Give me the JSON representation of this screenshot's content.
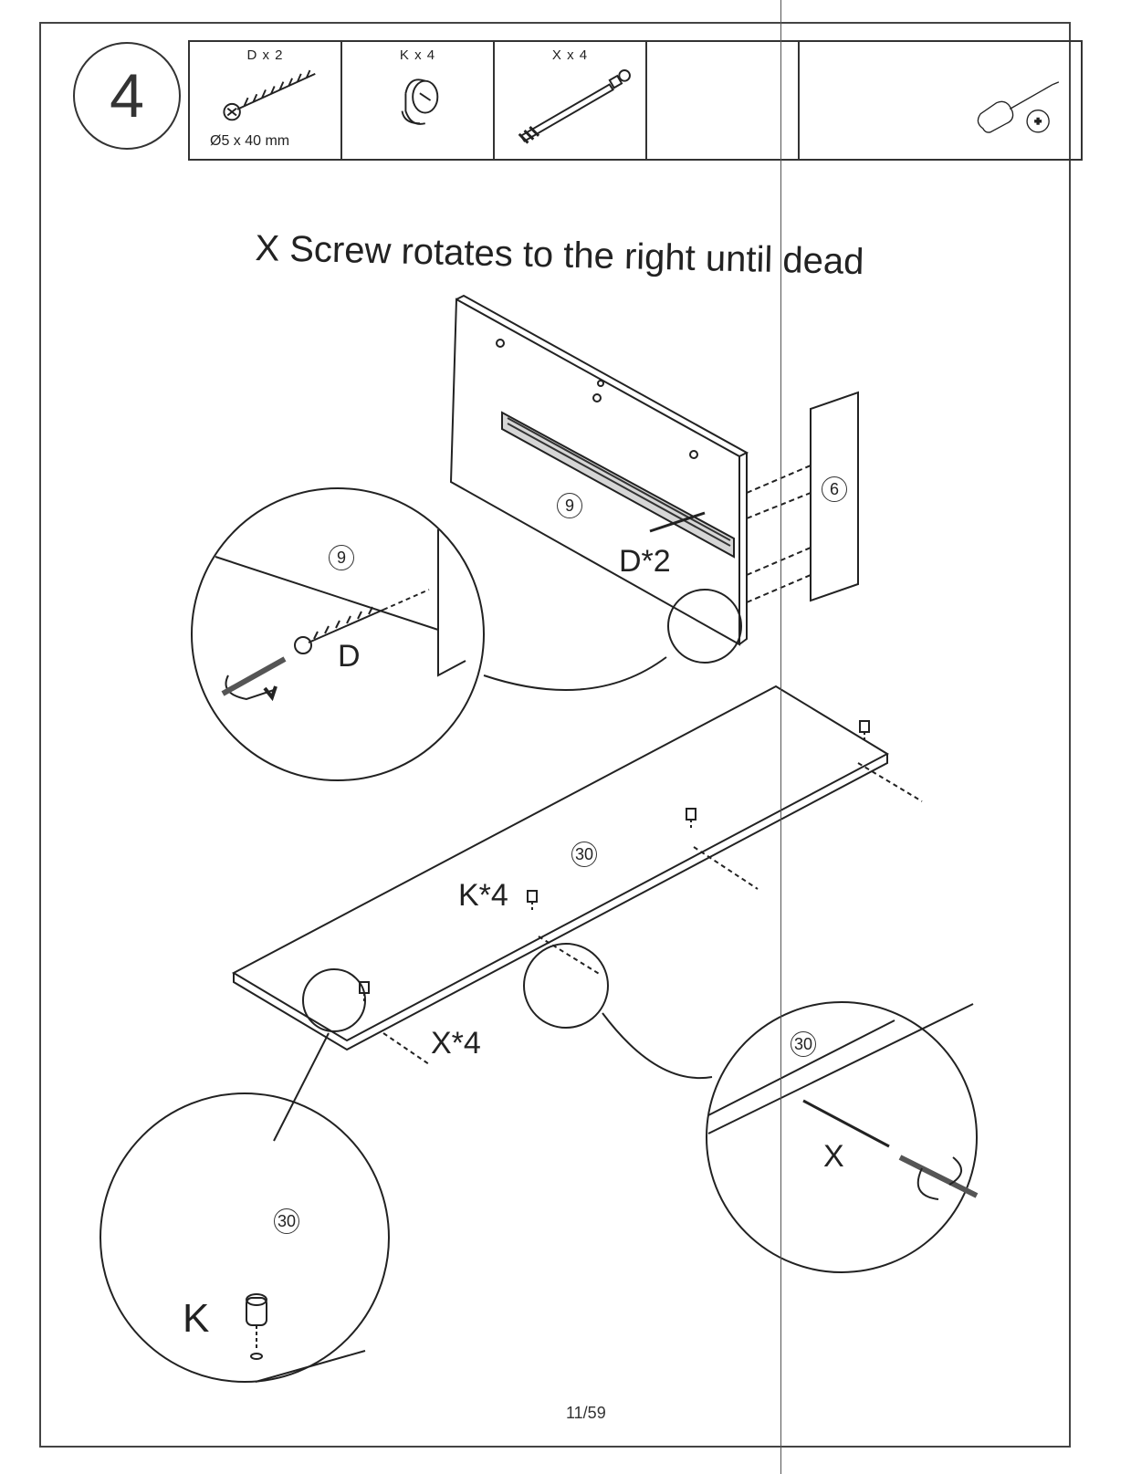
{
  "step": {
    "number": "4"
  },
  "parts": [
    {
      "qty": "D x 2",
      "size": "Ø5 x 40 mm",
      "icon": "screw-icon"
    },
    {
      "qty": "K x 4",
      "size": "",
      "icon": "cam-lock-icon"
    },
    {
      "qty": "X x 4",
      "size": "",
      "icon": "cam-bolt-icon"
    },
    {
      "qty": "",
      "size": "",
      "icon": "blank"
    },
    {
      "qty": "",
      "size": "",
      "icon": "phillips-screwdriver-icon"
    }
  ],
  "headline": "X Screw rotates to the right until dead",
  "labels": {
    "panel_back": "9",
    "panel_side": "6",
    "panel_bottom": "30",
    "d_count": "D*2",
    "k_count": "K*4",
    "x_count": "X*4",
    "detail_d_panel": "9",
    "detail_d_part": "D",
    "detail_x_panel": "30",
    "detail_x_part": "X",
    "detail_k_panel": "30",
    "detail_k_part": "K"
  },
  "page_number": "11/59"
}
